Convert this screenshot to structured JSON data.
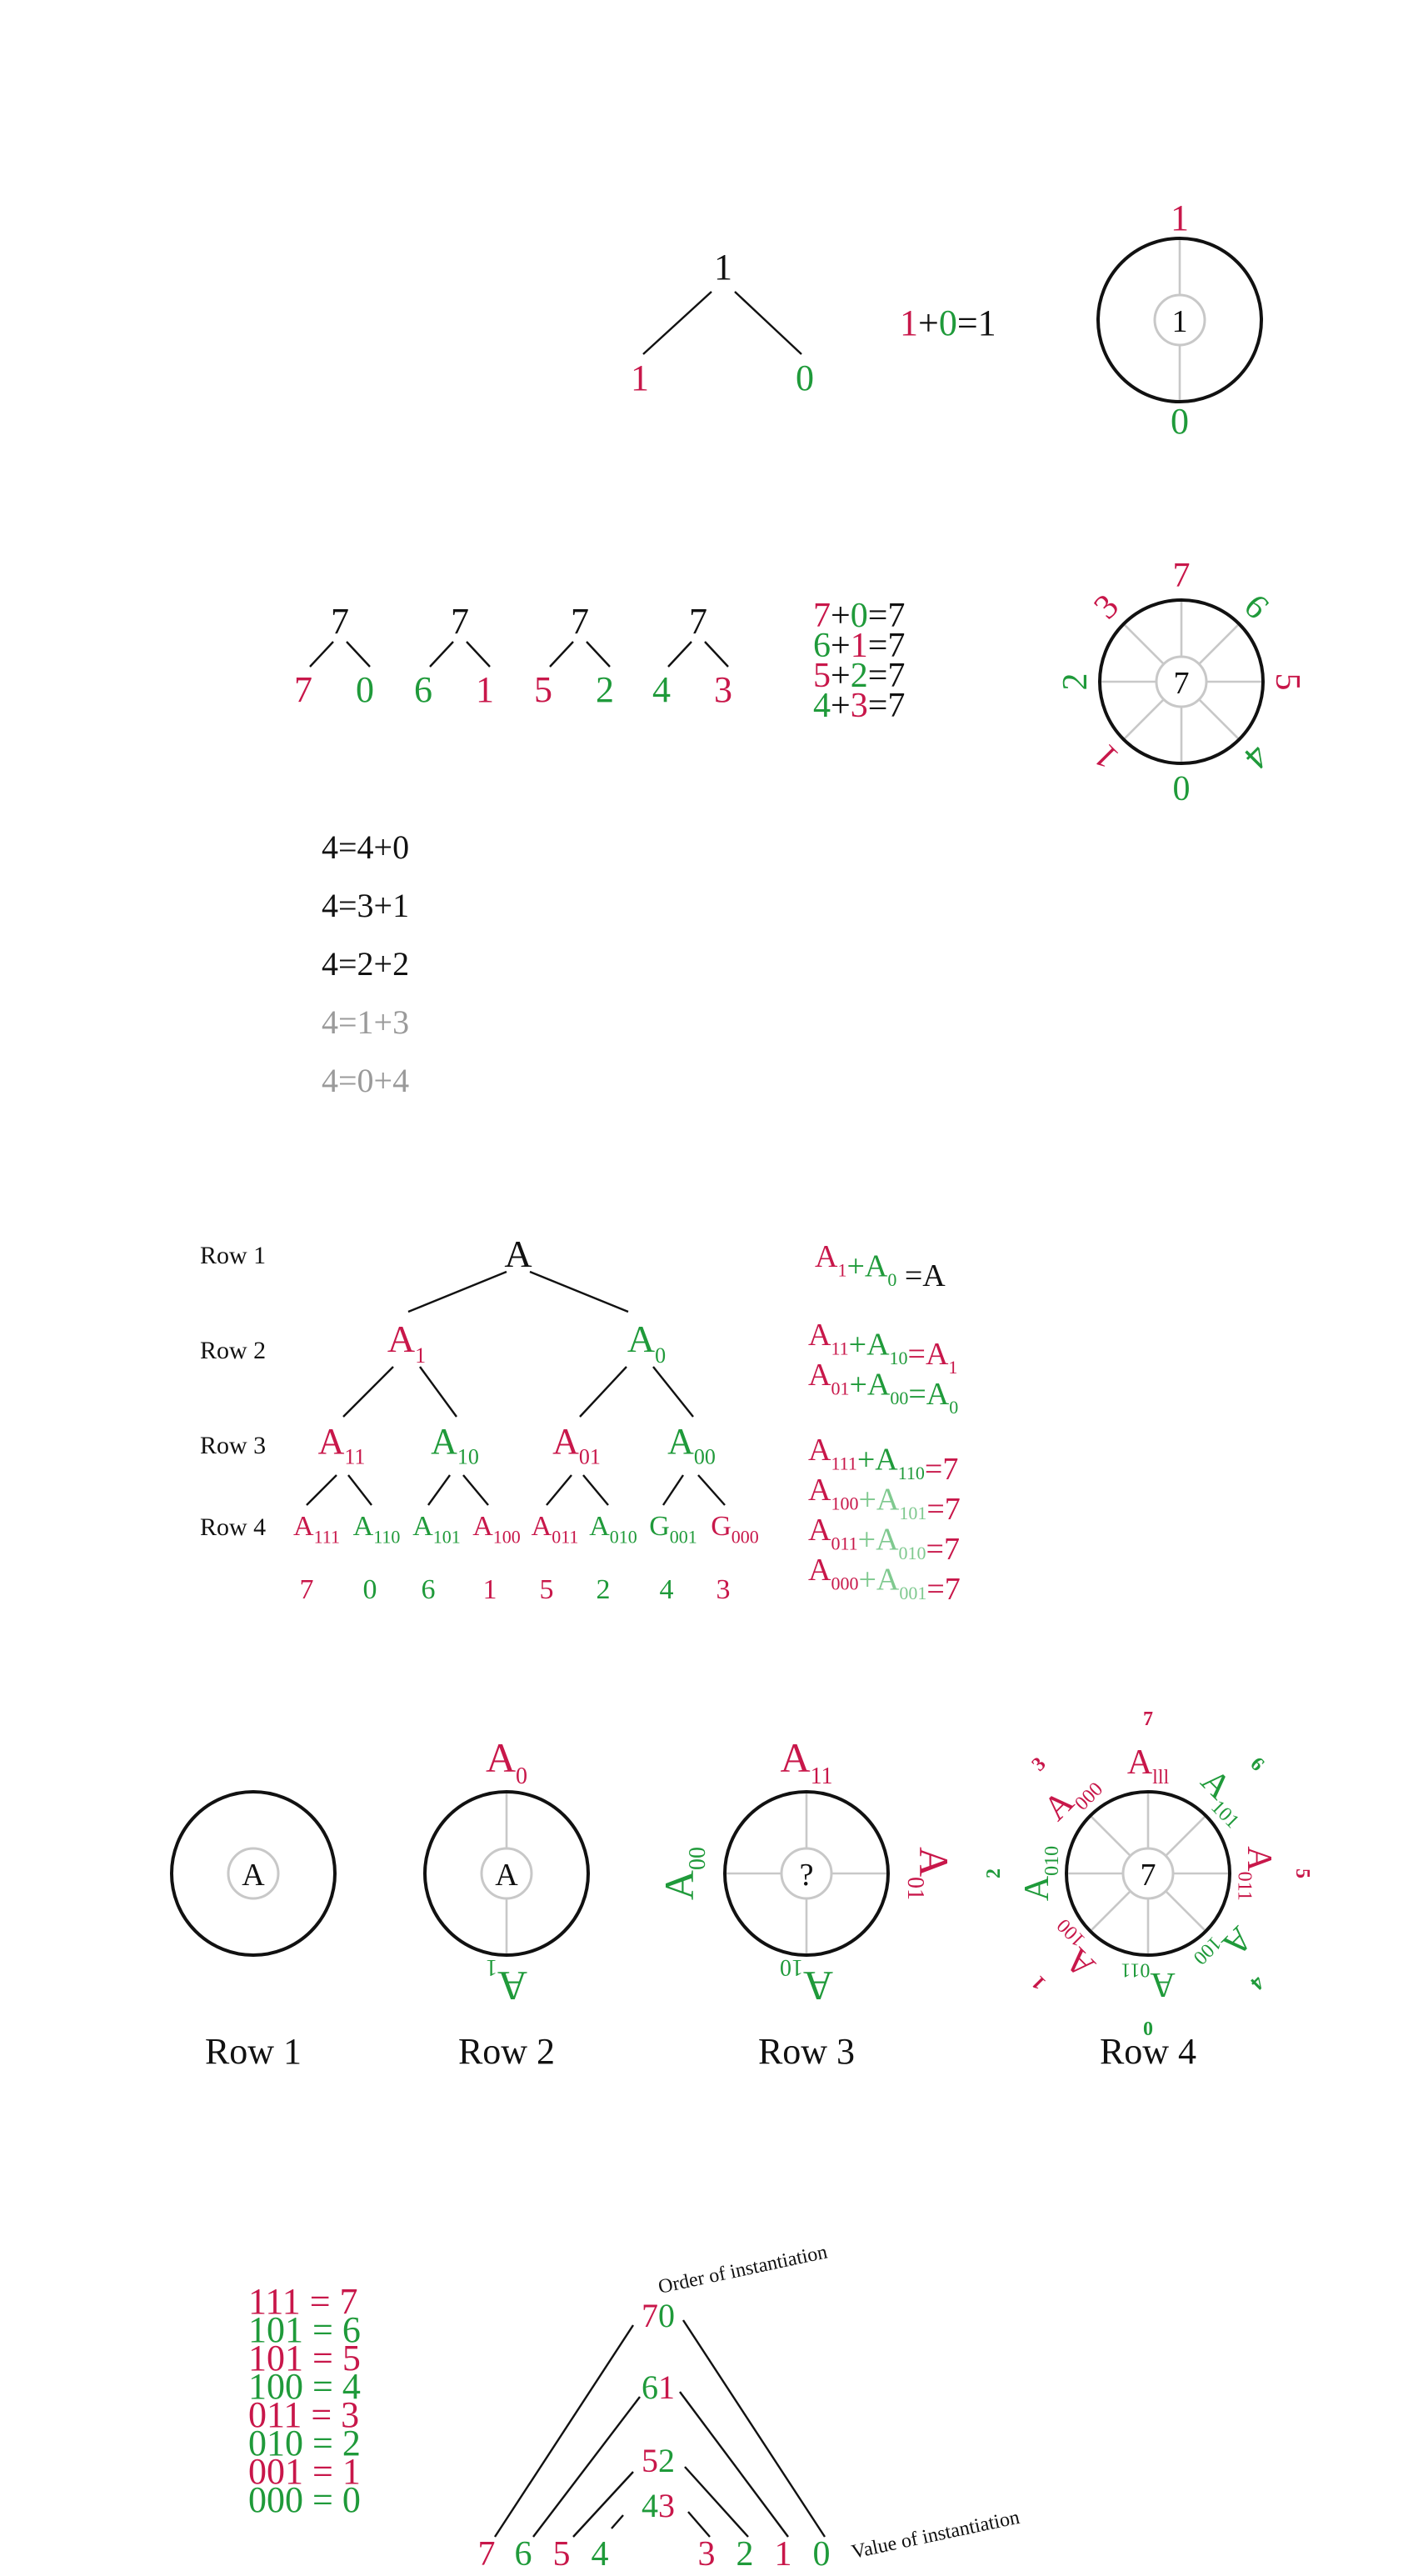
{
  "colors": {
    "red": "#c8174a",
    "green": "#1f9a3a",
    "black": "#111111",
    "gray": "#9a9a9a",
    "light_green": "#7fc98f",
    "spoke": "#c8c8c8"
  },
  "sec1": {
    "root": "1",
    "left": "1",
    "right": "0",
    "eq": [
      {
        "t": "1",
        "c": "r"
      },
      {
        "t": "+",
        "c": "k"
      },
      {
        "t": "0",
        "c": "g"
      },
      {
        "t": "=1",
        "c": "k"
      }
    ],
    "circle": {
      "top": "1",
      "bottom": "0",
      "center": "1"
    }
  },
  "sec2": {
    "trees": [
      {
        "root": "7",
        "left": {
          "t": "7",
          "c": "r"
        },
        "right": {
          "t": "0",
          "c": "g"
        }
      },
      {
        "root": "7",
        "left": {
          "t": "6",
          "c": "g"
        },
        "right": {
          "t": "1",
          "c": "r"
        }
      },
      {
        "root": "7",
        "left": {
          "t": "5",
          "c": "r"
        },
        "right": {
          "t": "2",
          "c": "g"
        }
      },
      {
        "root": "7",
        "left": {
          "t": "4",
          "c": "g"
        },
        "right": {
          "t": "3",
          "c": "r"
        }
      }
    ],
    "eqs": [
      [
        {
          "t": "7",
          "c": "r"
        },
        {
          "t": "+",
          "c": "k"
        },
        {
          "t": "0",
          "c": "g"
        },
        {
          "t": "=7",
          "c": "k"
        }
      ],
      [
        {
          "t": "6",
          "c": "g"
        },
        {
          "t": "+",
          "c": "k"
        },
        {
          "t": "1",
          "c": "r"
        },
        {
          "t": "=7",
          "c": "k"
        }
      ],
      [
        {
          "t": "5",
          "c": "r"
        },
        {
          "t": "+",
          "c": "k"
        },
        {
          "t": "2",
          "c": "g"
        },
        {
          "t": "=7",
          "c": "k"
        }
      ],
      [
        {
          "t": "4",
          "c": "g"
        },
        {
          "t": "+",
          "c": "k"
        },
        {
          "t": "3",
          "c": "r"
        },
        {
          "t": "=7",
          "c": "k"
        }
      ]
    ],
    "circle": {
      "center": "7",
      "labels": [
        {
          "t": "7",
          "c": "r"
        },
        {
          "t": "6",
          "c": "g"
        },
        {
          "t": "5",
          "c": "r"
        },
        {
          "t": "4",
          "c": "g"
        },
        {
          "t": "0",
          "c": "g"
        },
        {
          "t": "1",
          "c": "r"
        },
        {
          "t": "2",
          "c": "g"
        },
        {
          "t": "3",
          "c": "r"
        }
      ]
    }
  },
  "sec3": {
    "lines": [
      {
        "t": "4=4+0",
        "c": "k"
      },
      {
        "t": "4=3+1",
        "c": "k"
      },
      {
        "t": "4=2+2",
        "c": "k"
      },
      {
        "t": "4=1+3",
        "c": "gr"
      },
      {
        "t": "4=0+4",
        "c": "gr"
      }
    ]
  },
  "sec4": {
    "row_labels": [
      "Row 1",
      "Row 2",
      "Row 3",
      "Row 4"
    ],
    "root": "A",
    "row2": [
      {
        "b": "A",
        "s": "1",
        "c": "r"
      },
      {
        "b": "A",
        "s": "0",
        "c": "g"
      }
    ],
    "row3": [
      {
        "b": "A",
        "s": "11",
        "c": "r"
      },
      {
        "b": "A",
        "s": "10",
        "c": "g"
      },
      {
        "b": "A",
        "s": "01",
        "c": "r"
      },
      {
        "b": "A",
        "s": "00",
        "c": "g"
      }
    ],
    "row4": [
      {
        "b": "A",
        "s": "111",
        "c": "r"
      },
      {
        "b": "A",
        "s": "110",
        "c": "g"
      },
      {
        "b": "A",
        "s": "101",
        "c": "g"
      },
      {
        "b": "A",
        "s": "100",
        "c": "r"
      },
      {
        "b": "A",
        "s": "011",
        "c": "r"
      },
      {
        "b": "A",
        "s": "010",
        "c": "g"
      },
      {
        "b": "G",
        "s": "001",
        "c": "g"
      },
      {
        "b": "G",
        "s": "000",
        "c": "r"
      }
    ],
    "values": [
      {
        "t": "7",
        "c": "r"
      },
      {
        "t": "0",
        "c": "g"
      },
      {
        "t": "6",
        "c": "g"
      },
      {
        "t": "1",
        "c": "r"
      },
      {
        "t": "5",
        "c": "r"
      },
      {
        "t": "2",
        "c": "g"
      },
      {
        "t": "4",
        "c": "g"
      },
      {
        "t": "3",
        "c": "r"
      }
    ],
    "eq1": [
      {
        "b": "A",
        "s": "1",
        "c": "r"
      },
      {
        "b": "+A",
        "s": "0",
        "c": "g"
      },
      {
        "b": " =A",
        "s": "",
        "c": "k"
      }
    ],
    "eq2": [
      [
        {
          "b": "A",
          "s": "11",
          "c": "r"
        },
        {
          "b": "+A",
          "s": "10",
          "c": "g"
        },
        {
          "b": "=A",
          "s": "1",
          "c": "r"
        }
      ],
      [
        {
          "b": "A",
          "s": "01",
          "c": "r"
        },
        {
          "b": "+A",
          "s": "00",
          "c": "g"
        },
        {
          "b": "=A",
          "s": "0",
          "c": "g"
        }
      ]
    ],
    "eq3": [
      [
        {
          "b": "A",
          "s": "111",
          "c": "r"
        },
        {
          "b": "+A",
          "s": "110",
          "c": "g"
        },
        {
          "b": "=7",
          "s": "",
          "c": "r"
        }
      ],
      [
        {
          "b": "A",
          "s": "100",
          "c": "r"
        },
        {
          "b": "+A",
          "s": "101",
          "c": "lg"
        },
        {
          "b": "=7",
          "s": "",
          "c": "r"
        }
      ],
      [
        {
          "b": "A",
          "s": "011",
          "c": "r"
        },
        {
          "b": "+A",
          "s": "010",
          "c": "lg"
        },
        {
          "b": "=7",
          "s": "",
          "c": "r"
        }
      ],
      [
        {
          "b": "A",
          "s": "000",
          "c": "r"
        },
        {
          "b": "+A",
          "s": "001",
          "c": "lg"
        },
        {
          "b": "=7",
          "s": "",
          "c": "r"
        }
      ]
    ]
  },
  "sec5": {
    "circles": [
      {
        "caption": "Row 1",
        "center": "A"
      },
      {
        "caption": "Row 2",
        "center": "A",
        "top": {
          "b": "A",
          "s": "0"
        },
        "bottom": {
          "b": "A",
          "s": "1"
        }
      },
      {
        "caption": "Row 3",
        "center": "?",
        "top": {
          "b": "A",
          "s": "11"
        },
        "right": {
          "b": "A",
          "s": "01"
        },
        "bottom": {
          "b": "A",
          "s": "10"
        },
        "left": {
          "b": "A",
          "s": "00"
        }
      },
      {
        "caption": "Row 4",
        "center": "7",
        "labels": [
          {
            "b": "A",
            "s": "lll",
            "c": "r"
          },
          {
            "b": "A",
            "s": "101",
            "c": "g"
          },
          {
            "b": "A",
            "s": "011",
            "c": "r"
          },
          {
            "b": "A",
            "s": "100",
            "c": "g"
          },
          {
            "b": "A",
            "s": "011",
            "c": "g"
          },
          {
            "b": "A",
            "s": "100",
            "c": "r"
          },
          {
            "b": "A",
            "s": "010",
            "c": "g"
          },
          {
            "b": "A",
            "s": "000",
            "c": "r"
          }
        ],
        "numbers": [
          {
            "t": "7",
            "c": "r"
          },
          {
            "t": "6",
            "c": "g"
          },
          {
            "t": "5",
            "c": "r"
          },
          {
            "t": "4",
            "c": "g"
          },
          {
            "t": "0",
            "c": "g"
          },
          {
            "t": "1",
            "c": "r"
          },
          {
            "t": "2",
            "c": "g"
          },
          {
            "t": "3",
            "c": "r"
          }
        ]
      }
    ]
  },
  "sec6": {
    "binary": [
      {
        "t": "111  = 7",
        "c": "r"
      },
      {
        "t": "101  = 6",
        "c": "g"
      },
      {
        "t": "101  = 5",
        "c": "r"
      },
      {
        "t": "100  = 4",
        "c": "g"
      },
      {
        "t": "011  = 3",
        "c": "r"
      },
      {
        "t": "010  = 2",
        "c": "g"
      },
      {
        "t": "001  = 1",
        "c": "r"
      },
      {
        "t": "000  = 0",
        "c": "g"
      }
    ],
    "order_label": "Order of instantiation",
    "value_label": "Value of instantiation",
    "apex": [
      [
        {
          "t": "7",
          "c": "r"
        },
        {
          "t": "0",
          "c": "g"
        }
      ],
      [
        {
          "t": "6",
          "c": "g"
        },
        {
          "t": "1",
          "c": "r"
        }
      ],
      [
        {
          "t": "5",
          "c": "r"
        },
        {
          "t": "2",
          "c": "g"
        }
      ],
      [
        {
          "t": "4",
          "c": "g"
        },
        {
          "t": "3",
          "c": "r"
        }
      ]
    ],
    "bottom": [
      {
        "t": "7",
        "c": "r"
      },
      {
        "t": "6",
        "c": "g"
      },
      {
        "t": "5",
        "c": "r"
      },
      {
        "t": "4",
        "c": "g"
      },
      {
        "t": "3",
        "c": "r"
      },
      {
        "t": "2",
        "c": "g"
      },
      {
        "t": "1",
        "c": "r"
      },
      {
        "t": "0",
        "c": "g"
      }
    ]
  }
}
